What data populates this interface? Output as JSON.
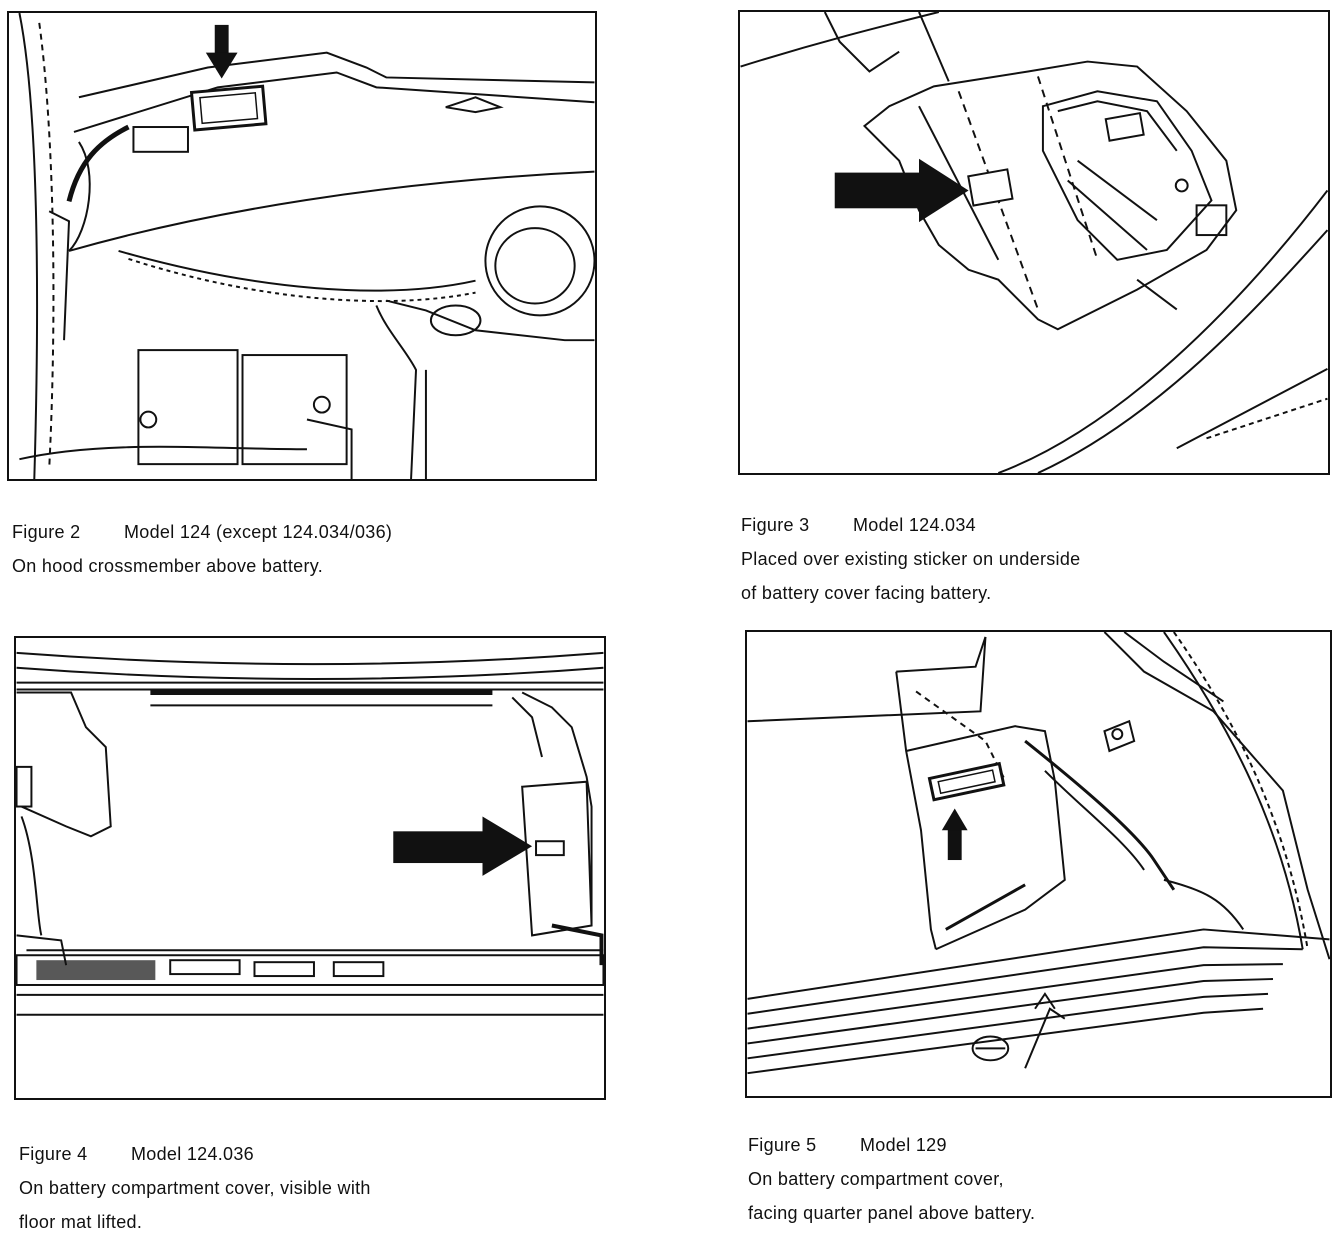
{
  "figures": [
    {
      "number": "Figure 2",
      "model": "Model 124 (except 124.034/036)",
      "description_lines": [
        "On hood crossmember above battery."
      ]
    },
    {
      "number": "Figure 3",
      "model": "Model 124.034",
      "description_lines": [
        "Placed over existing sticker on underside",
        "of battery cover facing battery."
      ]
    },
    {
      "number": "Figure 4",
      "model": "Model 124.036",
      "description_lines": [
        "On battery compartment cover, visible with",
        "floor mat lifted."
      ]
    },
    {
      "number": "Figure 5",
      "model": "Model 129",
      "description_lines": [
        "On battery compartment cover,",
        "facing quarter panel above battery."
      ]
    }
  ],
  "colors": {
    "ink": "#111111",
    "paper": "#ffffff"
  },
  "icons": {
    "arrow": "arrow-icon"
  }
}
